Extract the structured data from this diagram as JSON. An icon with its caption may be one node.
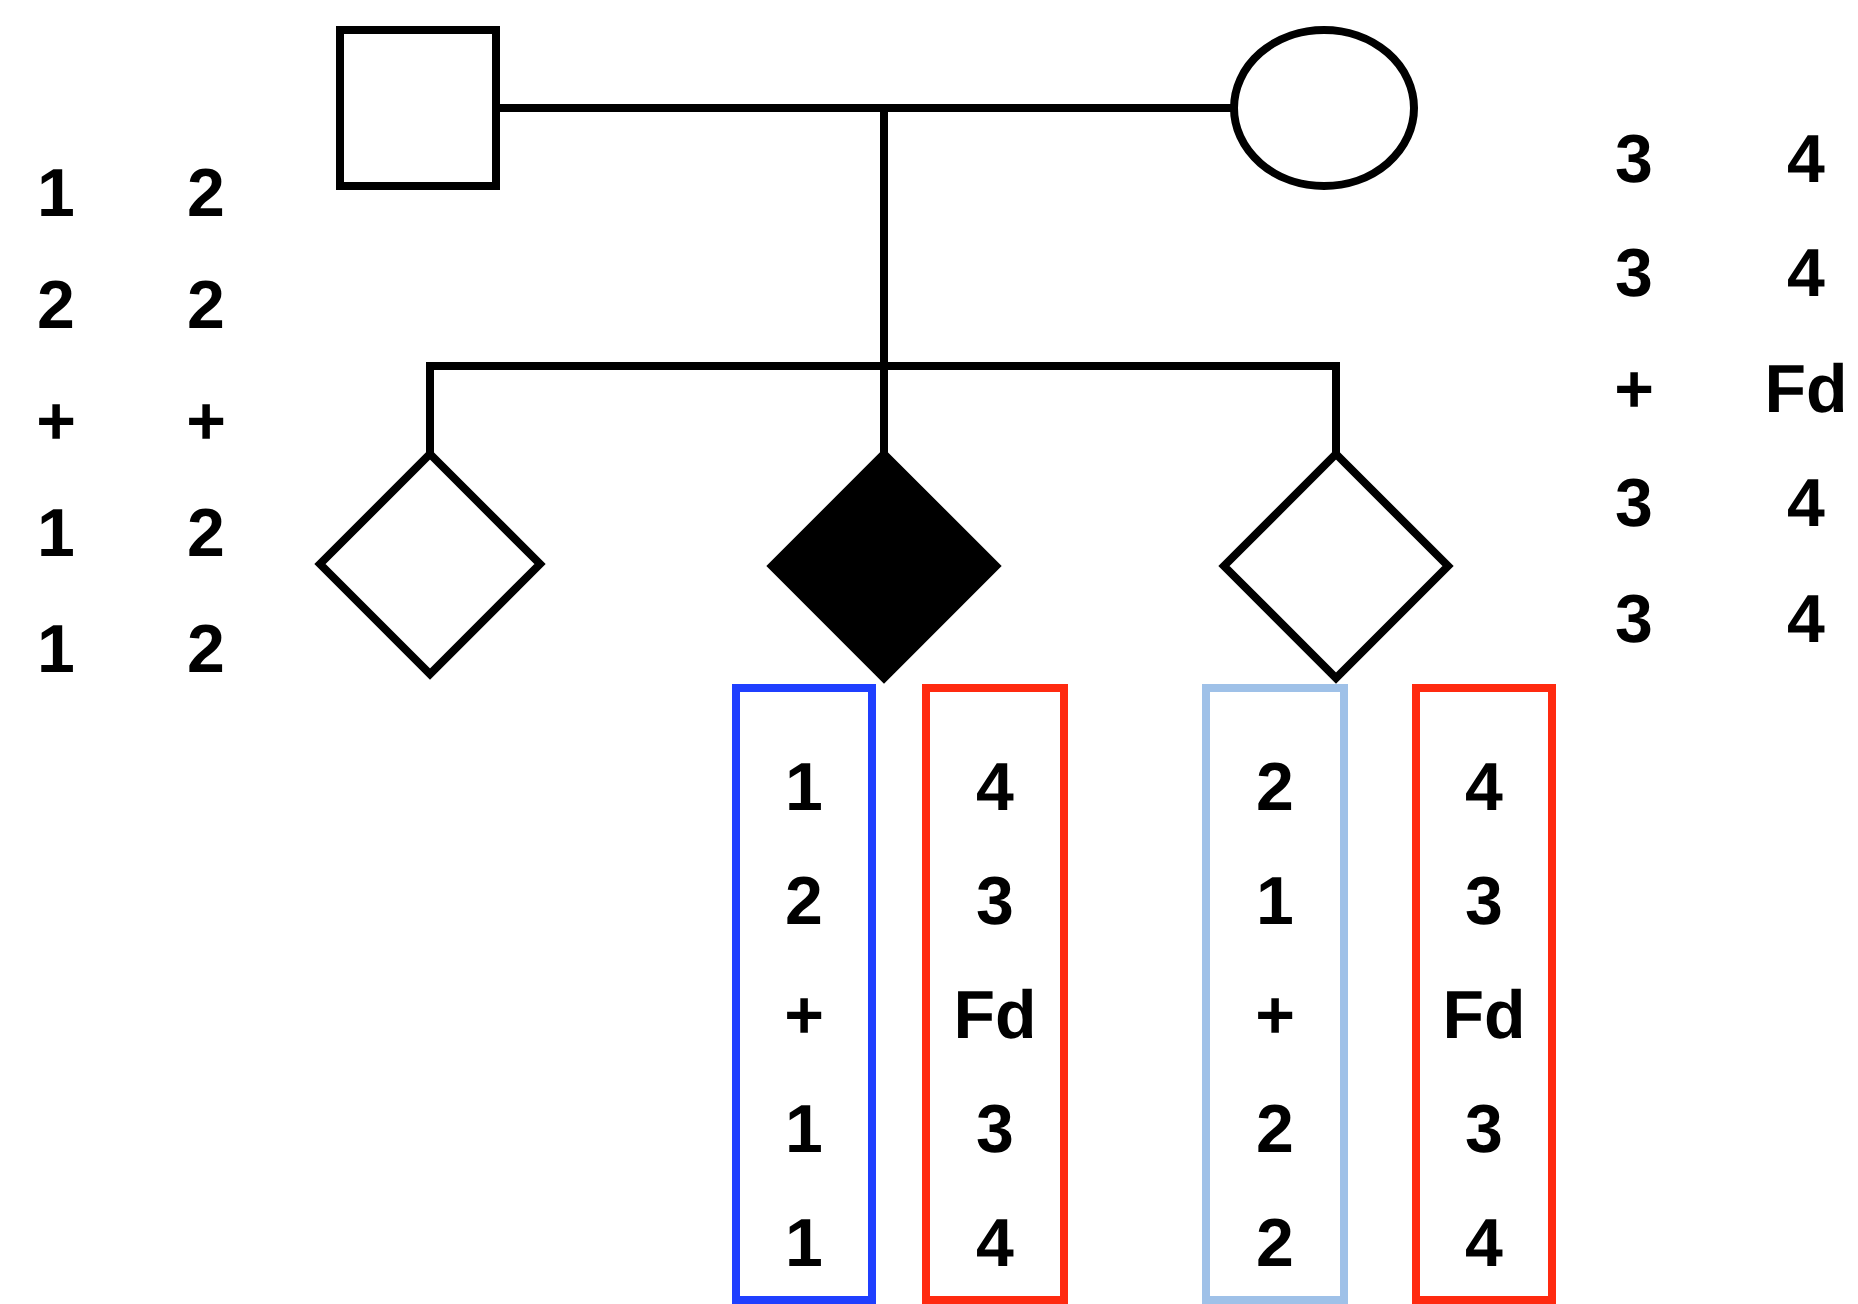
{
  "diagram": {
    "nodes": [
      {
        "text": [],
        "shape": "box"
      },
      {
        "text": [],
        "shape": "circle"
      },
      {
        "text": [],
        "shape": "diamond"
      },
      {
        "text": [],
        "shape": "diamond"
      },
      {
        "text": [],
        "shape": "diamond"
      },
      {
        "text": [
          "1",
          "2",
          "+",
          "1",
          "1"
        ]
      },
      {
        "text": [
          "4",
          "3",
          "Fd",
          "3",
          "4"
        ]
      },
      {
        "text": [
          "2",
          "1",
          "+",
          "2",
          "2"
        ]
      },
      {
        "text": [
          "4",
          "3",
          "Fd",
          "3",
          "4"
        ]
      }
    ],
    "edges": [
      {
        "from": 0,
        "to": 1,
        "arrow": "none"
      },
      {
        "from": null,
        "to": 2,
        "arrow": "none"
      },
      {
        "from": null,
        "to": 3,
        "arrow": "none"
      },
      {
        "from": null,
        "to": 4,
        "arrow": "none"
      }
    ],
    "labels": [
      "1",
      "2",
      "2",
      "2",
      "+",
      "+",
      "1",
      "2",
      "1",
      "2",
      "3",
      "4",
      "3",
      "4",
      "+",
      "Fd",
      "3",
      "4",
      "3",
      "4"
    ]
  }
}
